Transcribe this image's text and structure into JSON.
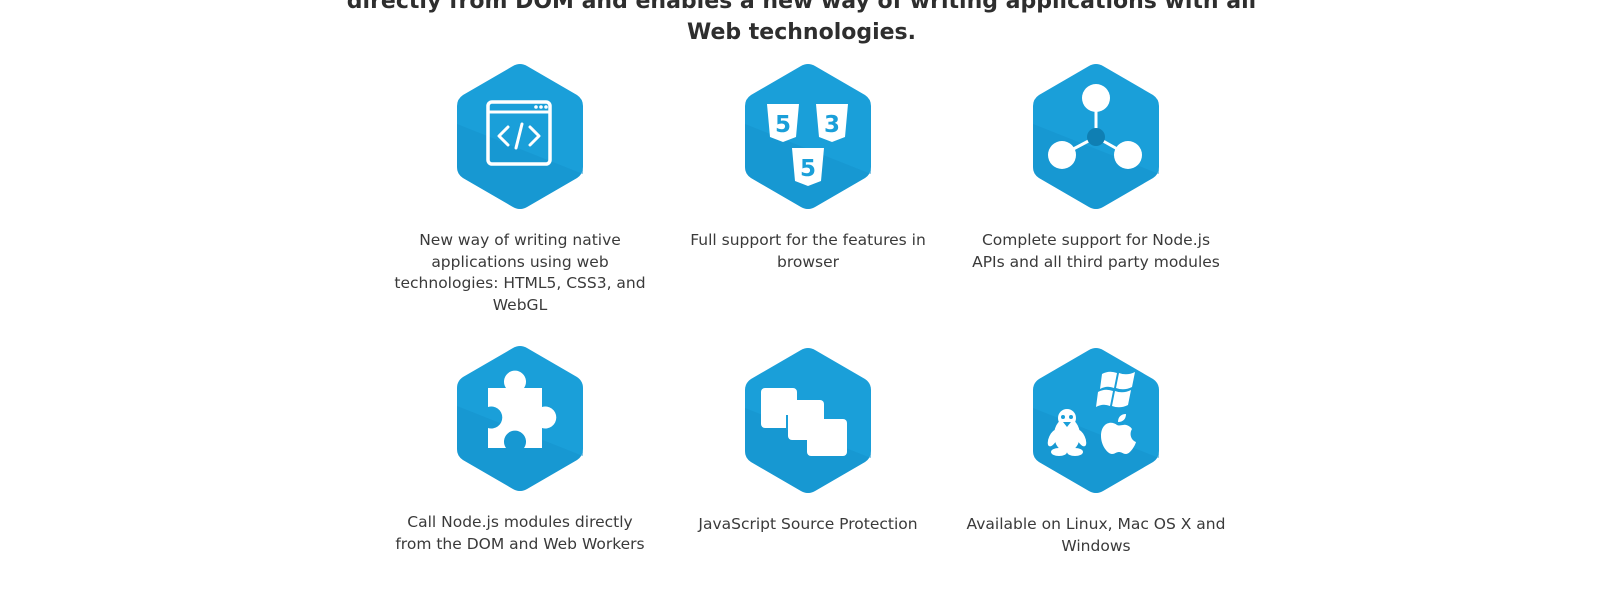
{
  "intro": {
    "line1": "directly from DOM and enables a new way of writing applications with all",
    "line2": "Web technologies."
  },
  "colors": {
    "hex_fill": "#1a9fd9",
    "hex_shade": "#1592cc",
    "text": "#3a3a3a",
    "icon": "#ffffff"
  },
  "features": [
    {
      "icon": "code-window-icon",
      "lines": [
        "New way of writing native",
        "applications using web",
        "technologies: HTML5, CSS3, and",
        "WebGL"
      ]
    },
    {
      "icon": "html5-css3-badges-icon",
      "badge_labels": [
        "5",
        "3",
        "5"
      ],
      "lines": [
        "Full support for the features in",
        "browser"
      ]
    },
    {
      "icon": "node-network-icon",
      "lines": [
        "Complete support for Node.js",
        "APIs and all third party modules"
      ]
    },
    {
      "icon": "puzzle-piece-icon",
      "lines": [
        "Call Node.js modules directly",
        "from the DOM and Web Workers"
      ]
    },
    {
      "icon": "stacked-squares-icon",
      "lines": [
        "JavaScript Source Protection"
      ]
    },
    {
      "icon": "os-logos-icon",
      "lines": [
        "Available on Linux, Mac OS X and",
        "Windows"
      ]
    }
  ]
}
